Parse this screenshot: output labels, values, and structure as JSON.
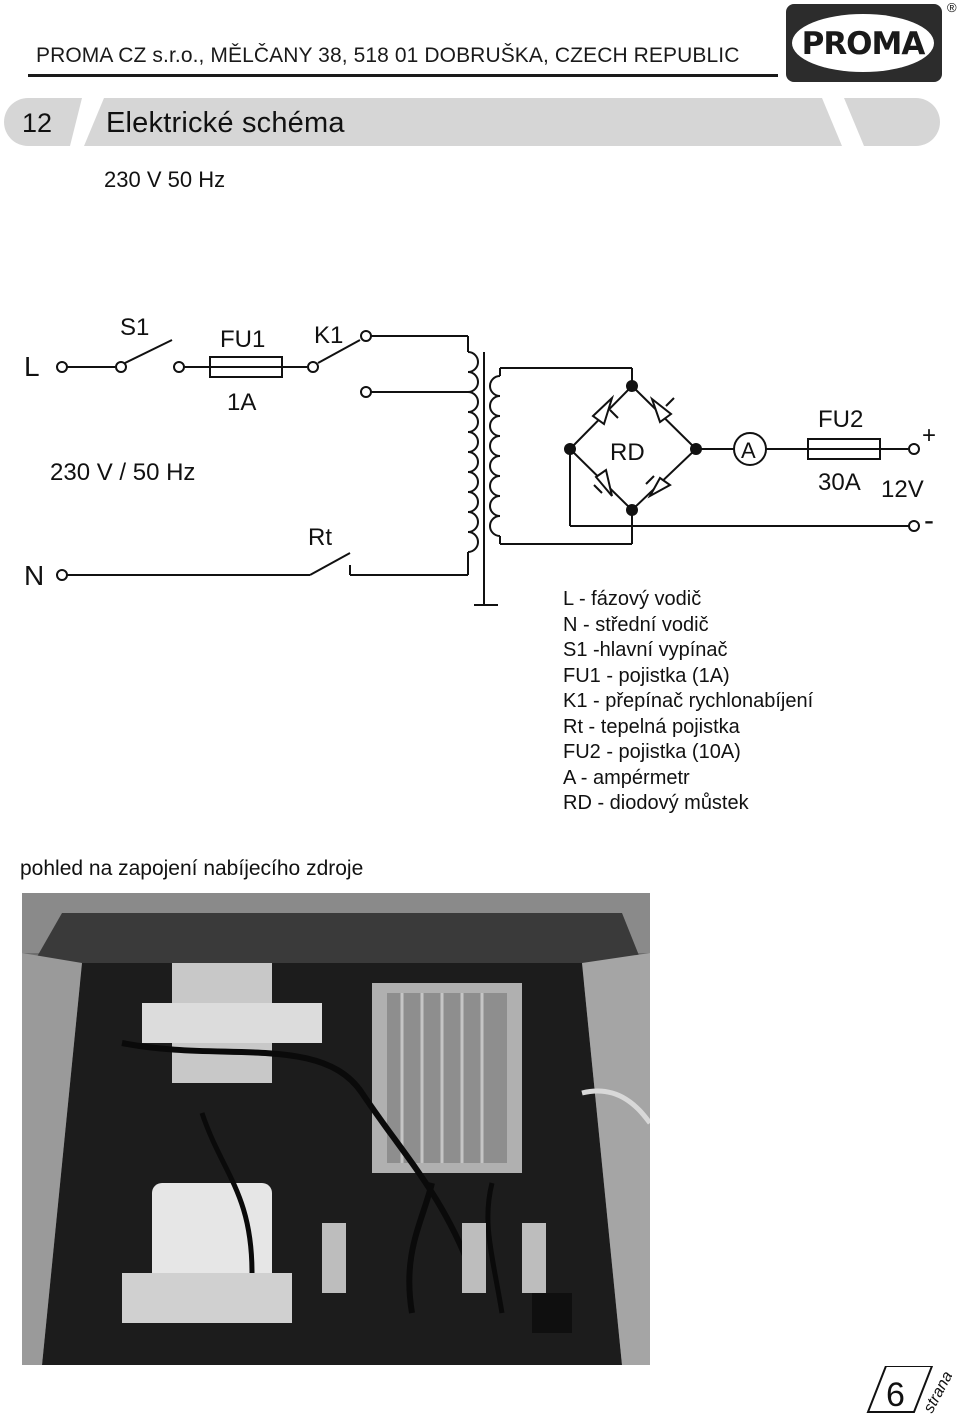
{
  "header": {
    "company_address": "PROMA CZ s.r.o., MĚLČANY 38, 518 01 DOBRUŠKA, CZECH REPUBLIC",
    "logo_text": "PROMA",
    "registered_mark": "®"
  },
  "section": {
    "number": "12",
    "title": "Elektrické schéma",
    "subtitle": "230 V 50 Hz"
  },
  "diagram": {
    "labels": {
      "L": "L",
      "N": "N",
      "S1": "S1",
      "FU1": "FU1",
      "FU1_rating": "1A",
      "K1": "K1",
      "input_voltage": "230 V / 50 Hz",
      "Rt": "Rt",
      "RD": "RD",
      "ammeter": "A",
      "FU2": "FU2",
      "FU2_rating": "30A",
      "plus": "+",
      "minus": "-",
      "output_voltage": "12V"
    }
  },
  "legend": [
    "L - fázový vodič",
    "N - střední vodič",
    "S1 -hlavní vypínač",
    "FU1 - pojistka (1A)",
    "K1 - přepínač rychlonabíjení",
    "Rt - tepelná pojistka",
    "FU2 - pojistka (10A)",
    "A - ampérmetr",
    "RD - diodový můstek"
  ],
  "photo": {
    "caption": "pohled na zapojení nabíjecího zdroje"
  },
  "footer": {
    "page_number": "6",
    "page_word": "strana"
  }
}
